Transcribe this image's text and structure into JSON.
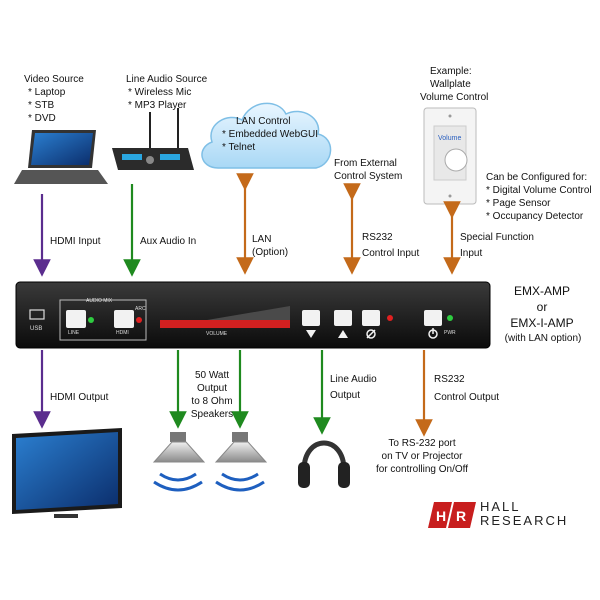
{
  "sources": {
    "video": {
      "title": "Video Source",
      "items": [
        "* Laptop",
        "* STB",
        "* DVD"
      ]
    },
    "line_audio": {
      "title": "Line Audio Source",
      "items": [
        "* Wireless Mic",
        "* MP3 Player"
      ]
    },
    "lan_cloud": {
      "title": "LAN Control",
      "items": [
        "* Embedded WebGUI",
        "* Telnet"
      ]
    },
    "external": {
      "line1": "From External",
      "line2": "Control System"
    },
    "wallplate": {
      "line1": "Example:",
      "line2": "Wallplate",
      "line3": "Volume Control",
      "knob_label": "Volume"
    },
    "configured": {
      "title": "Can be Configured for:",
      "items": [
        "* Digital Volume Control",
        "* Page Sensor",
        "* Occupancy Detector"
      ]
    }
  },
  "inputs": {
    "hdmi": "HDMI Input",
    "aux": "Aux Audio In",
    "lan": {
      "line1": "LAN",
      "line2": "(Option)"
    },
    "rs232": {
      "line1": "RS232",
      "line2": "Control Input"
    },
    "special": {
      "line1": "Special Function",
      "line2": "Input"
    }
  },
  "device": {
    "model1": "EMX-AMP",
    "or": "or",
    "model2": "EMX-I-AMP",
    "note": "(with LAN option)",
    "usb": "USB",
    "audio_mix": "AUDIO MIX",
    "line": "LINE",
    "hdmi": "HDMI",
    "arc": "ARC",
    "volume": "VOLUME",
    "pwr": "PWR"
  },
  "outputs": {
    "hdmi": "HDMI Output",
    "speakers": {
      "line1": "50 Watt",
      "line2": "Output",
      "line3": "to 8 Ohm",
      "line4": "Speakers"
    },
    "line_audio": {
      "line1": "Line Audio",
      "line2": "Output"
    },
    "rs232": {
      "line1": "RS232",
      "line2": "Control Output"
    },
    "rs232_dest": {
      "line1": "To RS-232 port",
      "line2": "on TV or Projector",
      "line3": "for controlling On/Off"
    }
  },
  "brand": {
    "line1": "HALL",
    "line2": "RESEARCH"
  },
  "colors": {
    "hdmi": "#5b2d8e",
    "audio": "#1f8a1f",
    "control": "#c46a1a",
    "device": "#1a1a1a"
  }
}
